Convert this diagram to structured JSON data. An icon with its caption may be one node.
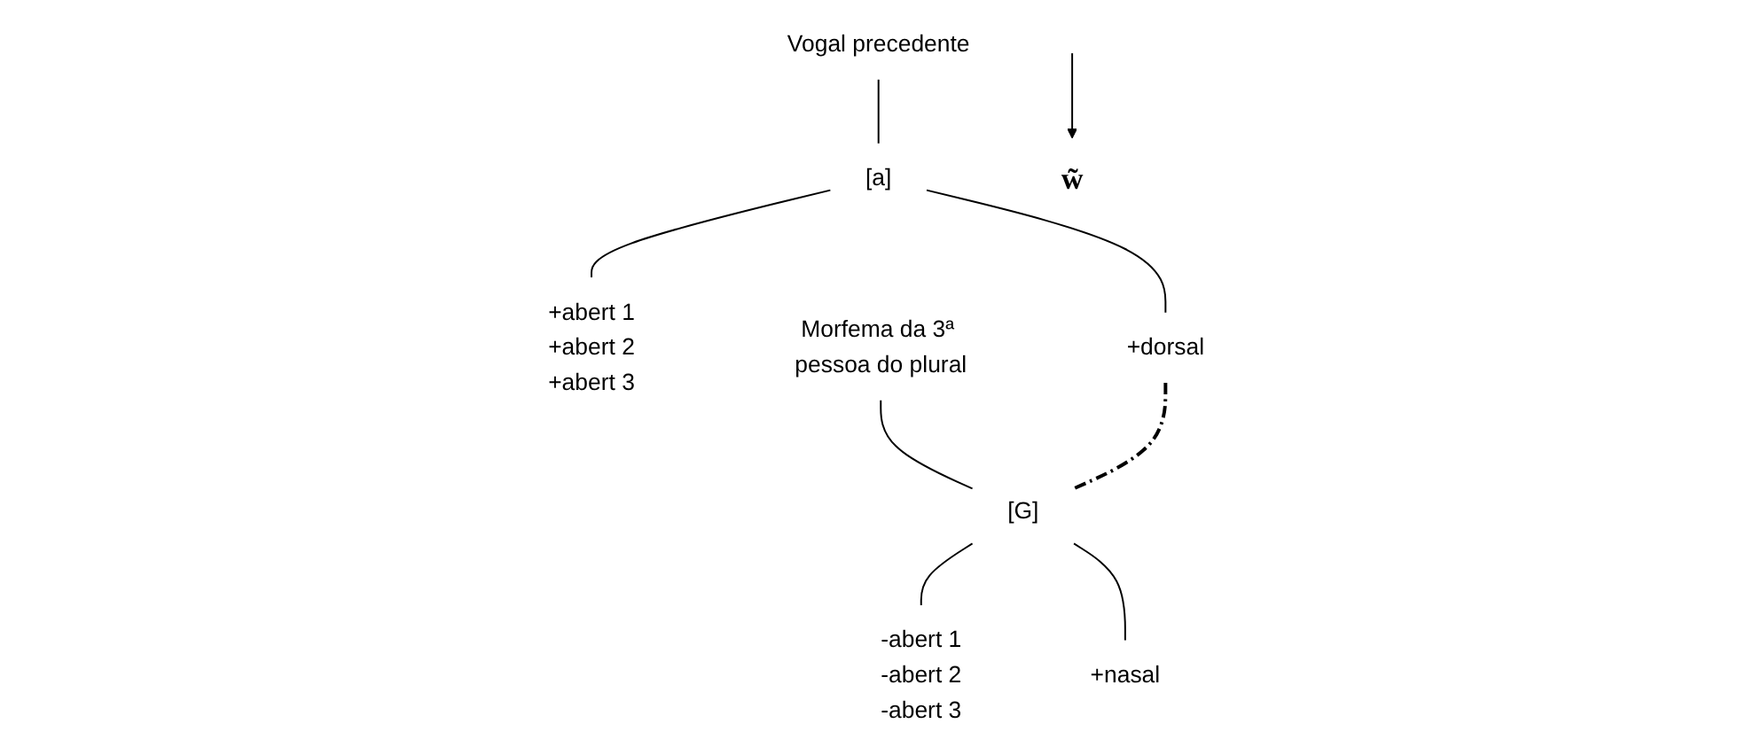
{
  "diagram": {
    "nodes": [
      {
        "text": [
          "Vogal precedente"
        ]
      },
      {
        "text": [
          "[a]"
        ]
      },
      {
        "text": [
          "+abert 1",
          "+abert 2",
          "+abert 3"
        ]
      },
      {
        "text": [
          "+dorsal"
        ]
      },
      {
        "text": [
          "Morfema da 3ª pessoa do plural"
        ]
      },
      {
        "text": [
          "[G]"
        ]
      },
      {
        "text": [
          "-abert 1",
          "-abert 2",
          "-abert 3"
        ]
      },
      {
        "text": [
          "+nasal"
        ]
      },
      {
        "text": [
          "w̃"
        ]
      }
    ],
    "edges": [
      {
        "from": 0,
        "to": 1,
        "arrow": "none"
      },
      {
        "from": 1,
        "to": 2,
        "arrow": "none"
      },
      {
        "from": 1,
        "to": 3,
        "arrow": "none"
      },
      {
        "from": 4,
        "to": 5,
        "arrow": "none"
      },
      {
        "from": 5,
        "to": 6,
        "arrow": "none"
      },
      {
        "from": 5,
        "to": 7,
        "arrow": "none"
      },
      {
        "from": 3,
        "to": 5,
        "arrow": "none",
        "style": "dashed"
      },
      {
        "from": null,
        "to": 8,
        "arrow": "to"
      }
    ]
  }
}
